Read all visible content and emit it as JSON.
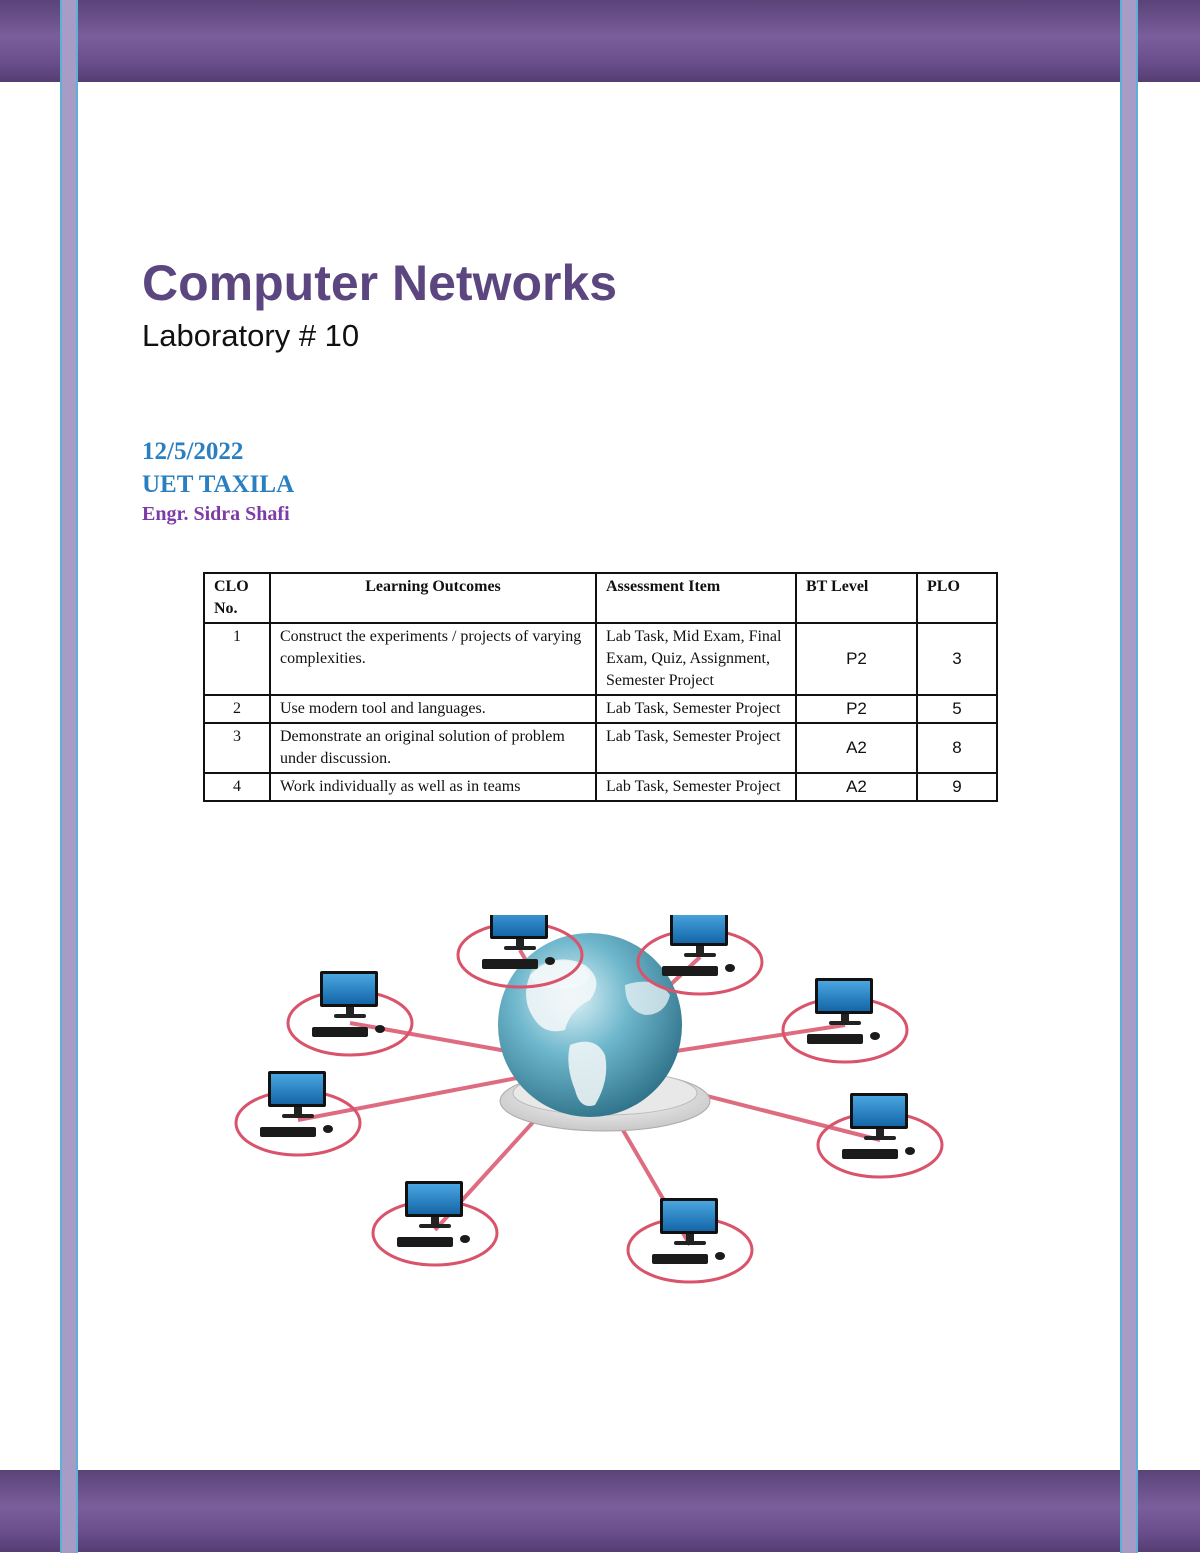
{
  "document": {
    "title": "Computer Networks",
    "subtitle": "Laboratory # 10",
    "date": "12/5/2022",
    "institution": "UET TAXILA",
    "author": "Engr. Sidra Shafi"
  },
  "clo_table": {
    "headers": [
      "CLO No.",
      "Learning Outcomes",
      "Assessment Item",
      "BT Level",
      "PLO"
    ],
    "rows": [
      [
        "1",
        "Construct the experiments / projects of varying complexities.",
        "Lab Task, Mid Exam, Final Exam, Quiz, Assignment, Semester Project",
        "P2",
        "3"
      ],
      [
        "2",
        "Use modern tool and languages.",
        "Lab Task, Semester Project",
        "P2",
        "5"
      ],
      [
        "3",
        "Demonstrate an original solution of problem under discussion.",
        "Lab Task, Semester Project",
        "A2",
        "8"
      ],
      [
        "4",
        "Work individually as well as in teams",
        "Lab Task, Semester Project",
        "A2",
        "9"
      ]
    ]
  },
  "colors": {
    "band": "#6a4f8c",
    "rail": "#a79cc6",
    "rail_edge": "#5db0d6",
    "title": "#5b4680",
    "date": "#2a7fc0",
    "author": "#7d3ba8",
    "network_link": "#d9536b",
    "globe": "#4f9fb8"
  },
  "illustration": {
    "icon": "computer-network-globe-icon",
    "computers": 8
  }
}
